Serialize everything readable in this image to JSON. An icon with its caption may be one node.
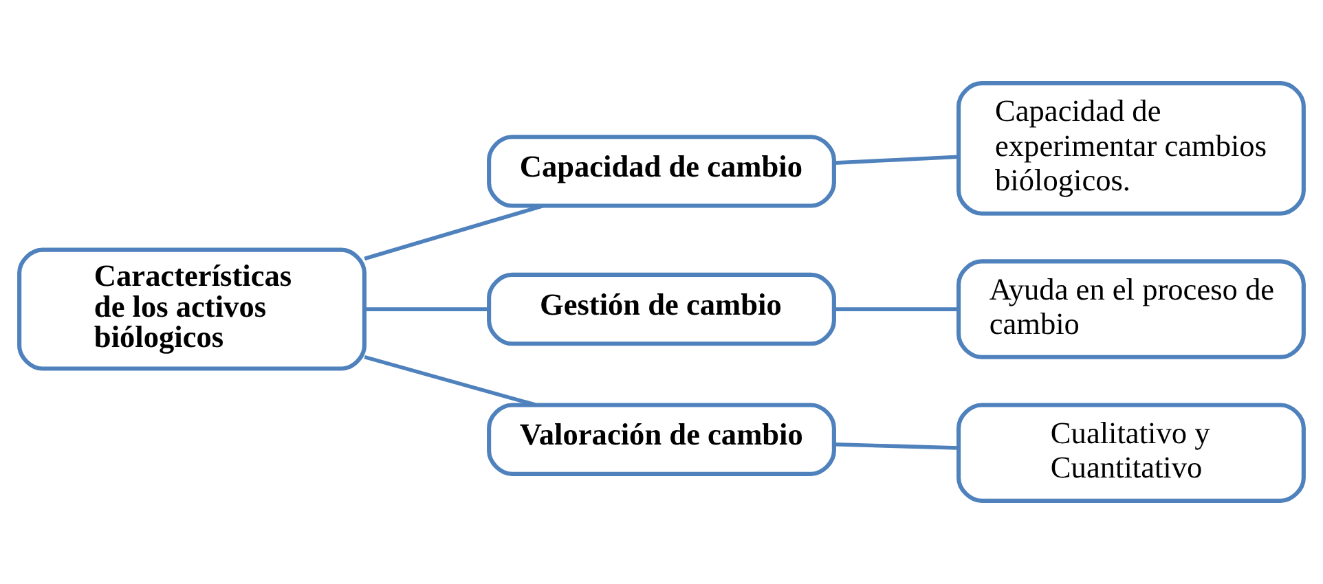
{
  "diagram": {
    "nodes": [
      {
        "text": [
          "Características de los activos biólogicos"
        ]
      },
      {
        "text": [
          "Capacidad de cambio"
        ]
      },
      {
        "text": [
          "Gestión de cambio"
        ]
      },
      {
        "text": [
          "Valoración de cambio"
        ]
      },
      {
        "text": [
          "Capacidad de experimentar cambios biólogicos."
        ]
      },
      {
        "text": [
          "Ayuda en el proceso de cambio"
        ]
      },
      {
        "text": [
          "Cualitativo y Cuantitativo"
        ]
      }
    ],
    "edges": [
      {
        "from": 0,
        "to": 1,
        "arrow": "none"
      },
      {
        "from": 0,
        "to": 2,
        "arrow": "none"
      },
      {
        "from": 0,
        "to": 3,
        "arrow": "none"
      },
      {
        "from": 1,
        "to": 4,
        "arrow": "none"
      },
      {
        "from": 2,
        "to": 5,
        "arrow": "none"
      },
      {
        "from": 3,
        "to": 6,
        "arrow": "none"
      }
    ]
  }
}
